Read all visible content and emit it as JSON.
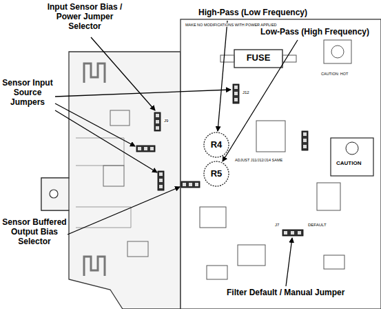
{
  "diagram": {
    "labels": [
      "Input Sensor Bias / Power Jumper Selector",
      "High-Pass (Low Frequency)",
      "Low-Pass (High Frequency)",
      "Sensor Input Source Jumpers",
      "Sensor Buffered Output Bias Selector",
      "Filter Default / Manual Jumper",
      "FUSE",
      "R4",
      "R5",
      "MAKE NO MODIFICATIONS WITH POWER APPLIED",
      "ADJUST J11/J12/J14 SAME",
      "CAUTION: HOT",
      "CAUTION",
      "J12",
      "J9",
      "J7",
      "DEFAULT"
    ]
  }
}
